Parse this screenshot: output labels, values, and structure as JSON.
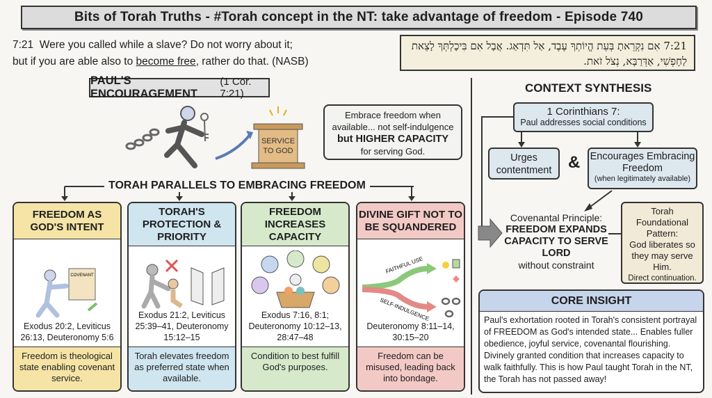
{
  "title": "Bits of Torah Truths - #Torah concept in the NT: take advantage of freedom - Episode 740",
  "verse": {
    "ref": "7:21",
    "line1": "Were you called while a slave? Do not worry about it;",
    "line2_pre": "but if you are able also to",
    "line2_underlined": "become free",
    "line2_post": ", rather do that. (NASB)"
  },
  "hebrew": "7:21 אִם נִקְרֵאתָ בְּעֵת הֱיוֹתְךָ עֶבֶד, אַל תִּדְאַג. אֲבָל אִם בִּיכָלְתְּךָ לָצֵאת לַחָפְשִׁי, אַדְּרַבָּא, נְצֹל זֹאת.",
  "left": {
    "heading": "PAUL'S ENCOURAGEMENT",
    "heading_ref": "(1 Cor. 7:21)",
    "altar_label": "SERVICE TO GOD",
    "embrace": {
      "line1": "Embrace freedom when",
      "line2": "available... not self-indulgence",
      "line3": "but HIGHER CAPACITY",
      "line4": "for serving God."
    },
    "parallels_heading": "TORAH PARALLELS TO EMBRACING FREEDOM",
    "cards": [
      {
        "title": "FREEDOM AS GOD'S INTENT",
        "refs": "Exodus 20:2, Leviticus 26:13, Deuteronomy 5:6",
        "summary": "Freedom is theological state enabling covenant service.",
        "scroll_label": "COVENANT",
        "color": "#f6e4a6"
      },
      {
        "title": "TORAH'S PROTECTION & PRIORITY",
        "refs": "Exodus 21:2, Leviticus 25:39–41, Deuteronomy 15:12–15",
        "summary": "Torah elevates freedom as preferred state when available.",
        "color": "#cfe5ef"
      },
      {
        "title": "FREEDOM INCREASES CAPACITY",
        "refs": "Exodus 7:16, 8:1; Deuteronomy 10:12–13, 28:47–48",
        "summary": "Condition to best fulfill God's purposes.",
        "color": "#d6eacb"
      },
      {
        "title": "DIVINE GIFT NOT TO BE SQUANDERED",
        "refs": "Deuteronomy 8:11–14, 30:15–20",
        "summary": "Freedom can be misused, leading back into bondage.",
        "faithful": "FAITHFUL USE",
        "self": "SELF-INDULGENCE",
        "color": "#f3c9c6"
      }
    ]
  },
  "right": {
    "heading": "CONTEXT SYNTHESIS",
    "cor": {
      "title": "1 Corinthians 7:",
      "sub": "Paul addresses social conditions"
    },
    "urges": "Urges contentment",
    "amp": "&",
    "encourages": {
      "title": "Encourages Embracing Freedom",
      "sub": "(when legitimately available)"
    },
    "principle": {
      "lead": "Covenantal Principle:",
      "main": "FREEDOM EXPANDS CAPACITY TO SERVE LORD",
      "tail": "without constraint"
    },
    "torah": {
      "title": "Torah Foundational Pattern:",
      "body": "God liberates so they may serve Him.",
      "tail": "Direct continuation."
    },
    "core": {
      "heading": "CORE INSIGHT",
      "body": "Paul's exhortation rooted in Torah's consistent portrayal of FREEDOM as God's intended state... Enables fuller obedience, joyful service, covenantal flourishing. Divinely granted condition that increases capacity to walk faithfully. This is how Paul taught Torah in the NT, the Torah has not passed away!"
    }
  }
}
